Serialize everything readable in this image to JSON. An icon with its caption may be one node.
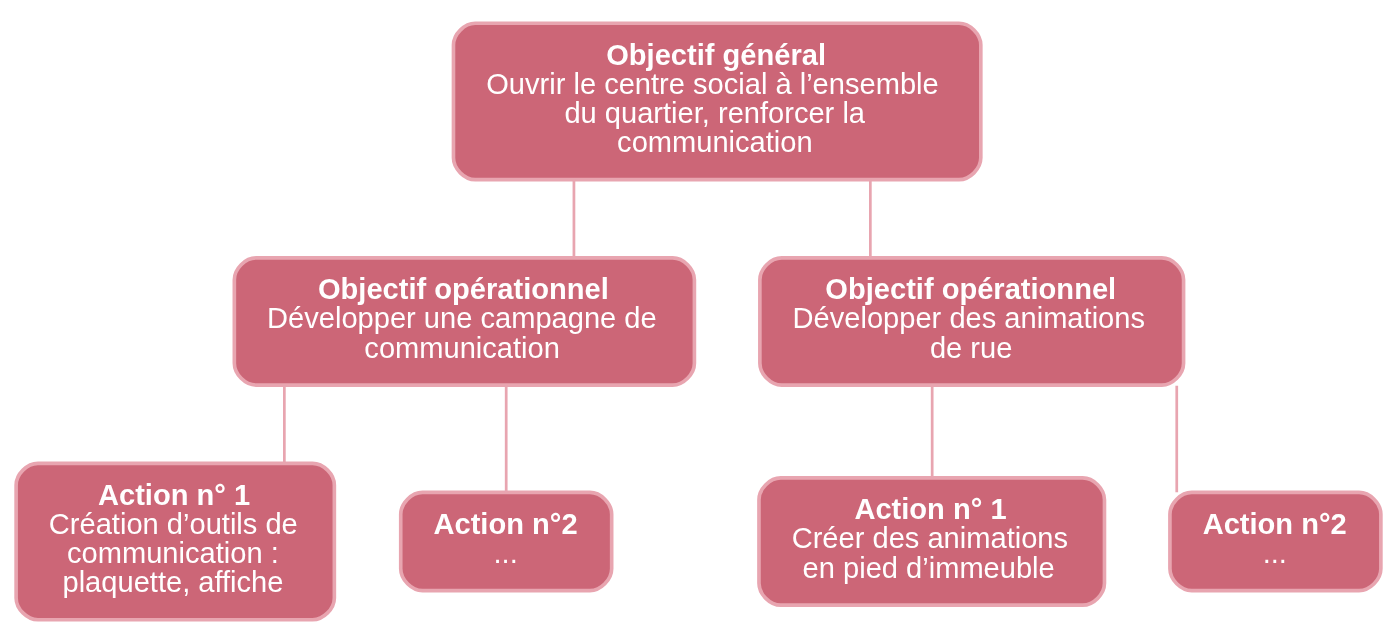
{
  "diagram": {
    "nodes": [
      {
        "text": [
          "Objectif général",
          "Ouvrir le centre social à l’ensemble du quartier, renforcer la communication"
        ]
      },
      {
        "text": [
          "Objectif opérationnel",
          "Développer une campagne de communication"
        ]
      },
      {
        "text": [
          "Objectif opérationnel",
          "Développer des animations de rue"
        ]
      },
      {
        "text": [
          "Action n° 1",
          "Création d’outils de communication : plaquette, affiche"
        ]
      },
      {
        "text": [
          "Action n°2",
          "..."
        ]
      },
      {
        "text": [
          "Action n° 1",
          "Créer des animations en pied d’immeuble"
        ]
      },
      {
        "text": [
          "Action n°2",
          "..."
        ]
      }
    ],
    "edges": [
      {
        "from": 0,
        "to": 1,
        "arrow": "none"
      },
      {
        "from": 0,
        "to": 2,
        "arrow": "none"
      },
      {
        "from": 1,
        "to": 3,
        "arrow": "none"
      },
      {
        "from": 1,
        "to": 4,
        "arrow": "none"
      },
      {
        "from": 2,
        "to": 5,
        "arrow": "none"
      },
      {
        "from": 2,
        "to": 6,
        "arrow": "none"
      }
    ]
  }
}
